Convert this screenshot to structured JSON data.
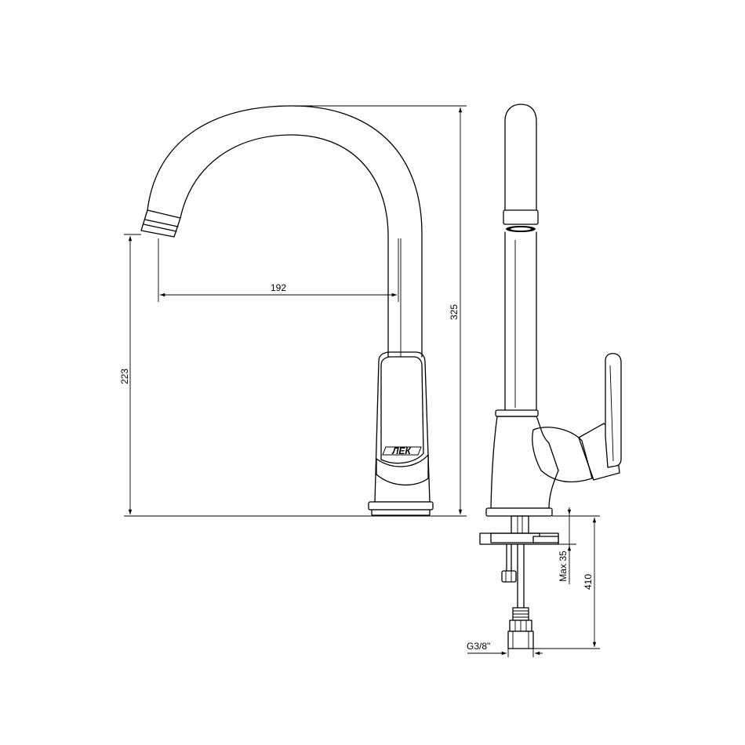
{
  "dimensions": {
    "spout_reach": "192",
    "spout_height": "223",
    "total_height": "325",
    "max_counter_thickness": "Max 35",
    "hose_length": "410",
    "connection_thread": "G3/8\""
  },
  "brand_mark": "ЛЕК",
  "colors": {
    "line": "#000000",
    "background": "#ffffff"
  }
}
